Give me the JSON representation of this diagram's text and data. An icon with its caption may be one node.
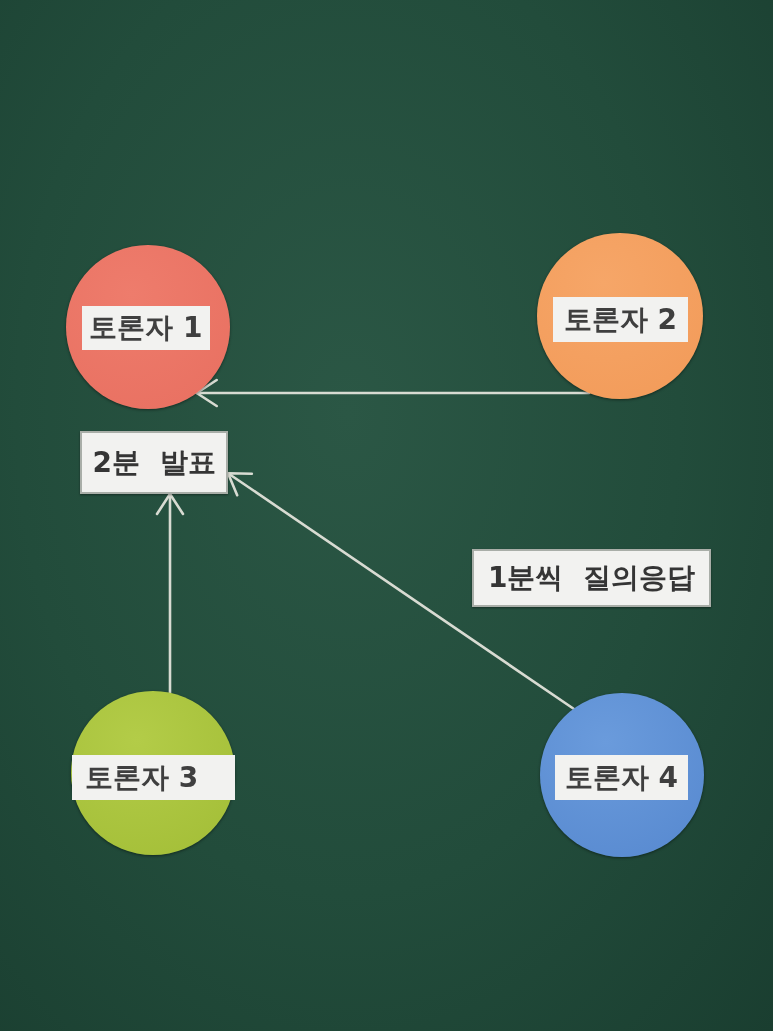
{
  "diagram": {
    "nodes": [
      {
        "text": [
          "토론자 1"
        ]
      },
      {
        "text": [
          "토론자 2"
        ]
      },
      {
        "text": [
          "2분 발표"
        ]
      },
      {
        "text": [
          "1분씩 질의응답"
        ]
      },
      {
        "text": [
          "토론자 3"
        ]
      },
      {
        "text": [
          "토론자 4"
        ]
      }
    ],
    "edges": [
      {
        "from": 1,
        "to": 0,
        "arrow": "to"
      },
      {
        "from": 4,
        "to": 2,
        "arrow": "to"
      },
      {
        "from": 5,
        "to": 2,
        "arrow": "to"
      }
    ]
  }
}
